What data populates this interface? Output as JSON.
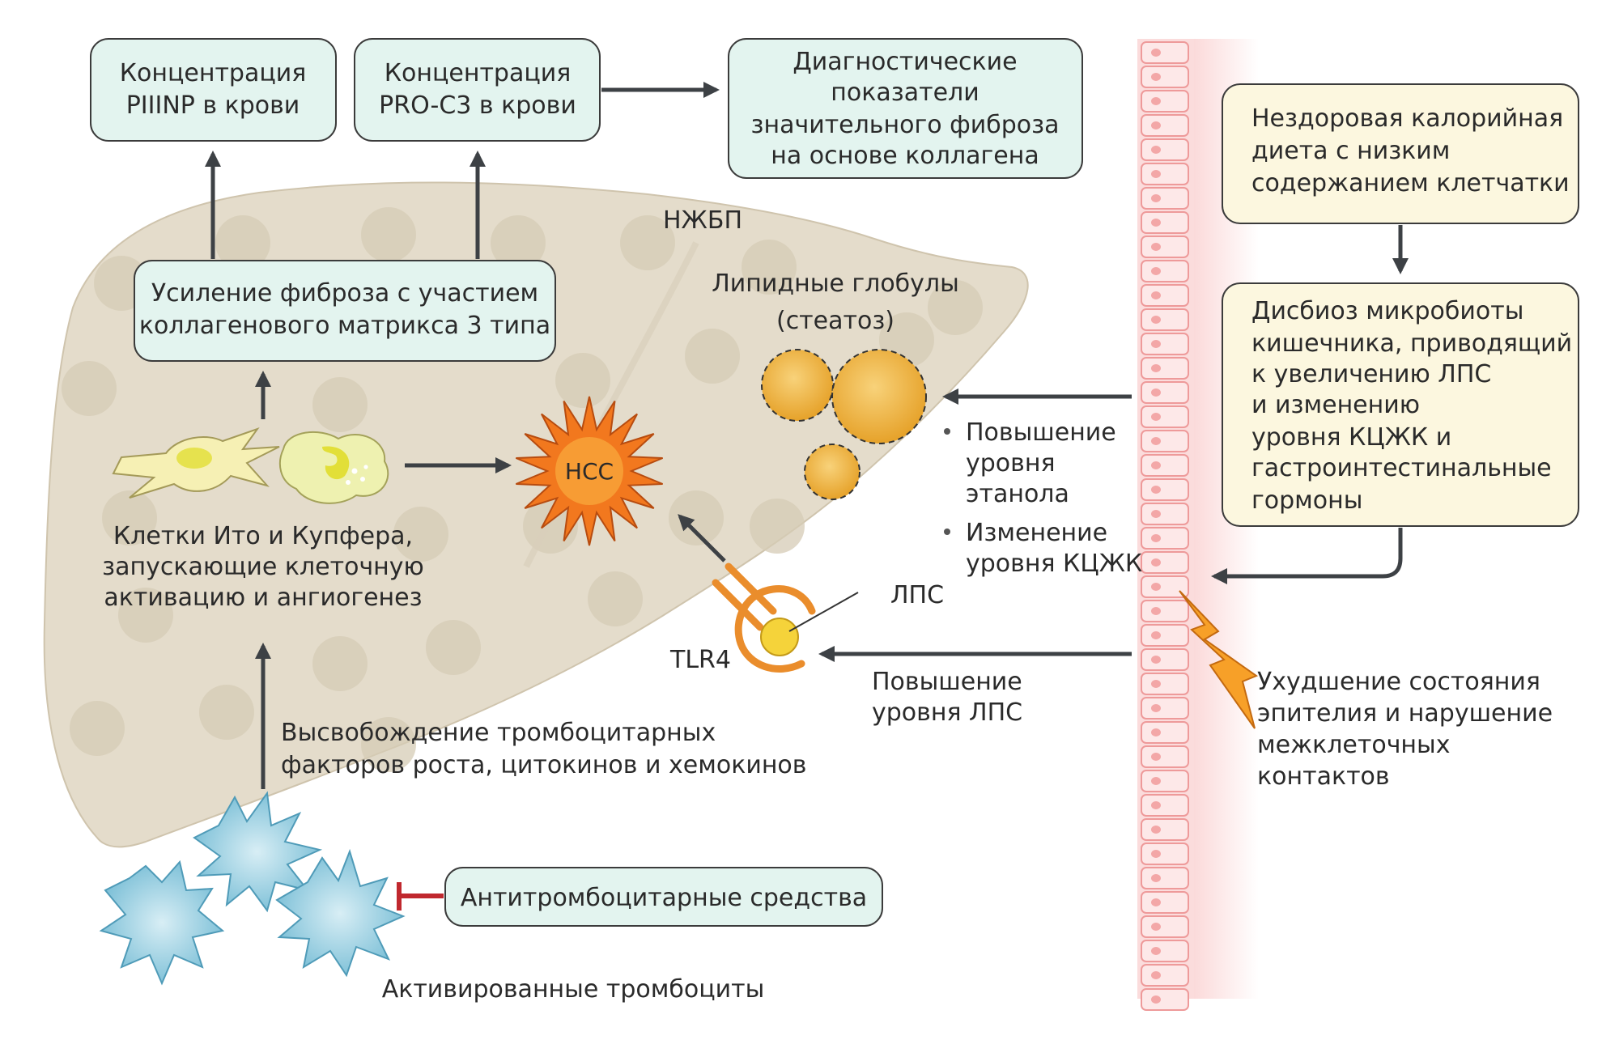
{
  "boxes": {
    "piiinp": [
      "Концентрация",
      "PIIINP в крови"
    ],
    "proc3": [
      "Концентрация",
      "PRO-C3 в крови"
    ],
    "diagnostic": [
      "Диагностические",
      "показатели",
      "значительного фиброза",
      "на основе коллагена"
    ],
    "fibrosis": [
      "Усиление фиброза с участием",
      "коллагенового матрикса 3 типа"
    ],
    "diet": [
      "Нездоровая калорийная",
      "диета с низким",
      "содержанием клетчатки"
    ],
    "dysbiosis": [
      "Дисбиоз микробиоты",
      "кишечника, приводящий",
      "к увеличению ЛПС",
      "и изменению",
      "уровня КЦЖК и",
      "гастроинтестинальные",
      "гормоны"
    ],
    "antiplatelet": "Антитромбоцитарные средства"
  },
  "labels": {
    "nafld": "НЖБП",
    "lipid": [
      "Липидные глобулы",
      "(стеатоз)"
    ],
    "hcc": "HCC",
    "ito_kupffer": [
      "Клетки Ито и Купфера,",
      "запускающие клеточную",
      "активацию и ангиогенез"
    ],
    "ethanol": [
      "Повышение",
      "уровня",
      "этанола"
    ],
    "scfa": [
      "Изменение",
      "уровня КЦЖК"
    ],
    "lps": "ЛПС",
    "tlr4": "TLR4",
    "lps_increase": [
      "Повышение",
      "уровня ЛПС"
    ],
    "epithelium": [
      "Ухудшение состояния",
      "эпителия и нарушение",
      "межклеточных",
      "контактов"
    ],
    "release": [
      "Высвобождение тромбоцитарных",
      "факторов роста, цитокинов и хемокинов"
    ],
    "platelets": "Активированные тромбоциты"
  },
  "colors": {
    "liver": "#e4dccb",
    "box_mint": "#e3f4ef",
    "box_cream": "#fcf7df",
    "lipid": "#f0b43a",
    "hcc": "#f2781e",
    "platelet": "#8ccbe0",
    "intestine": "#fbe0e0",
    "inhibit": "#c0282e"
  }
}
